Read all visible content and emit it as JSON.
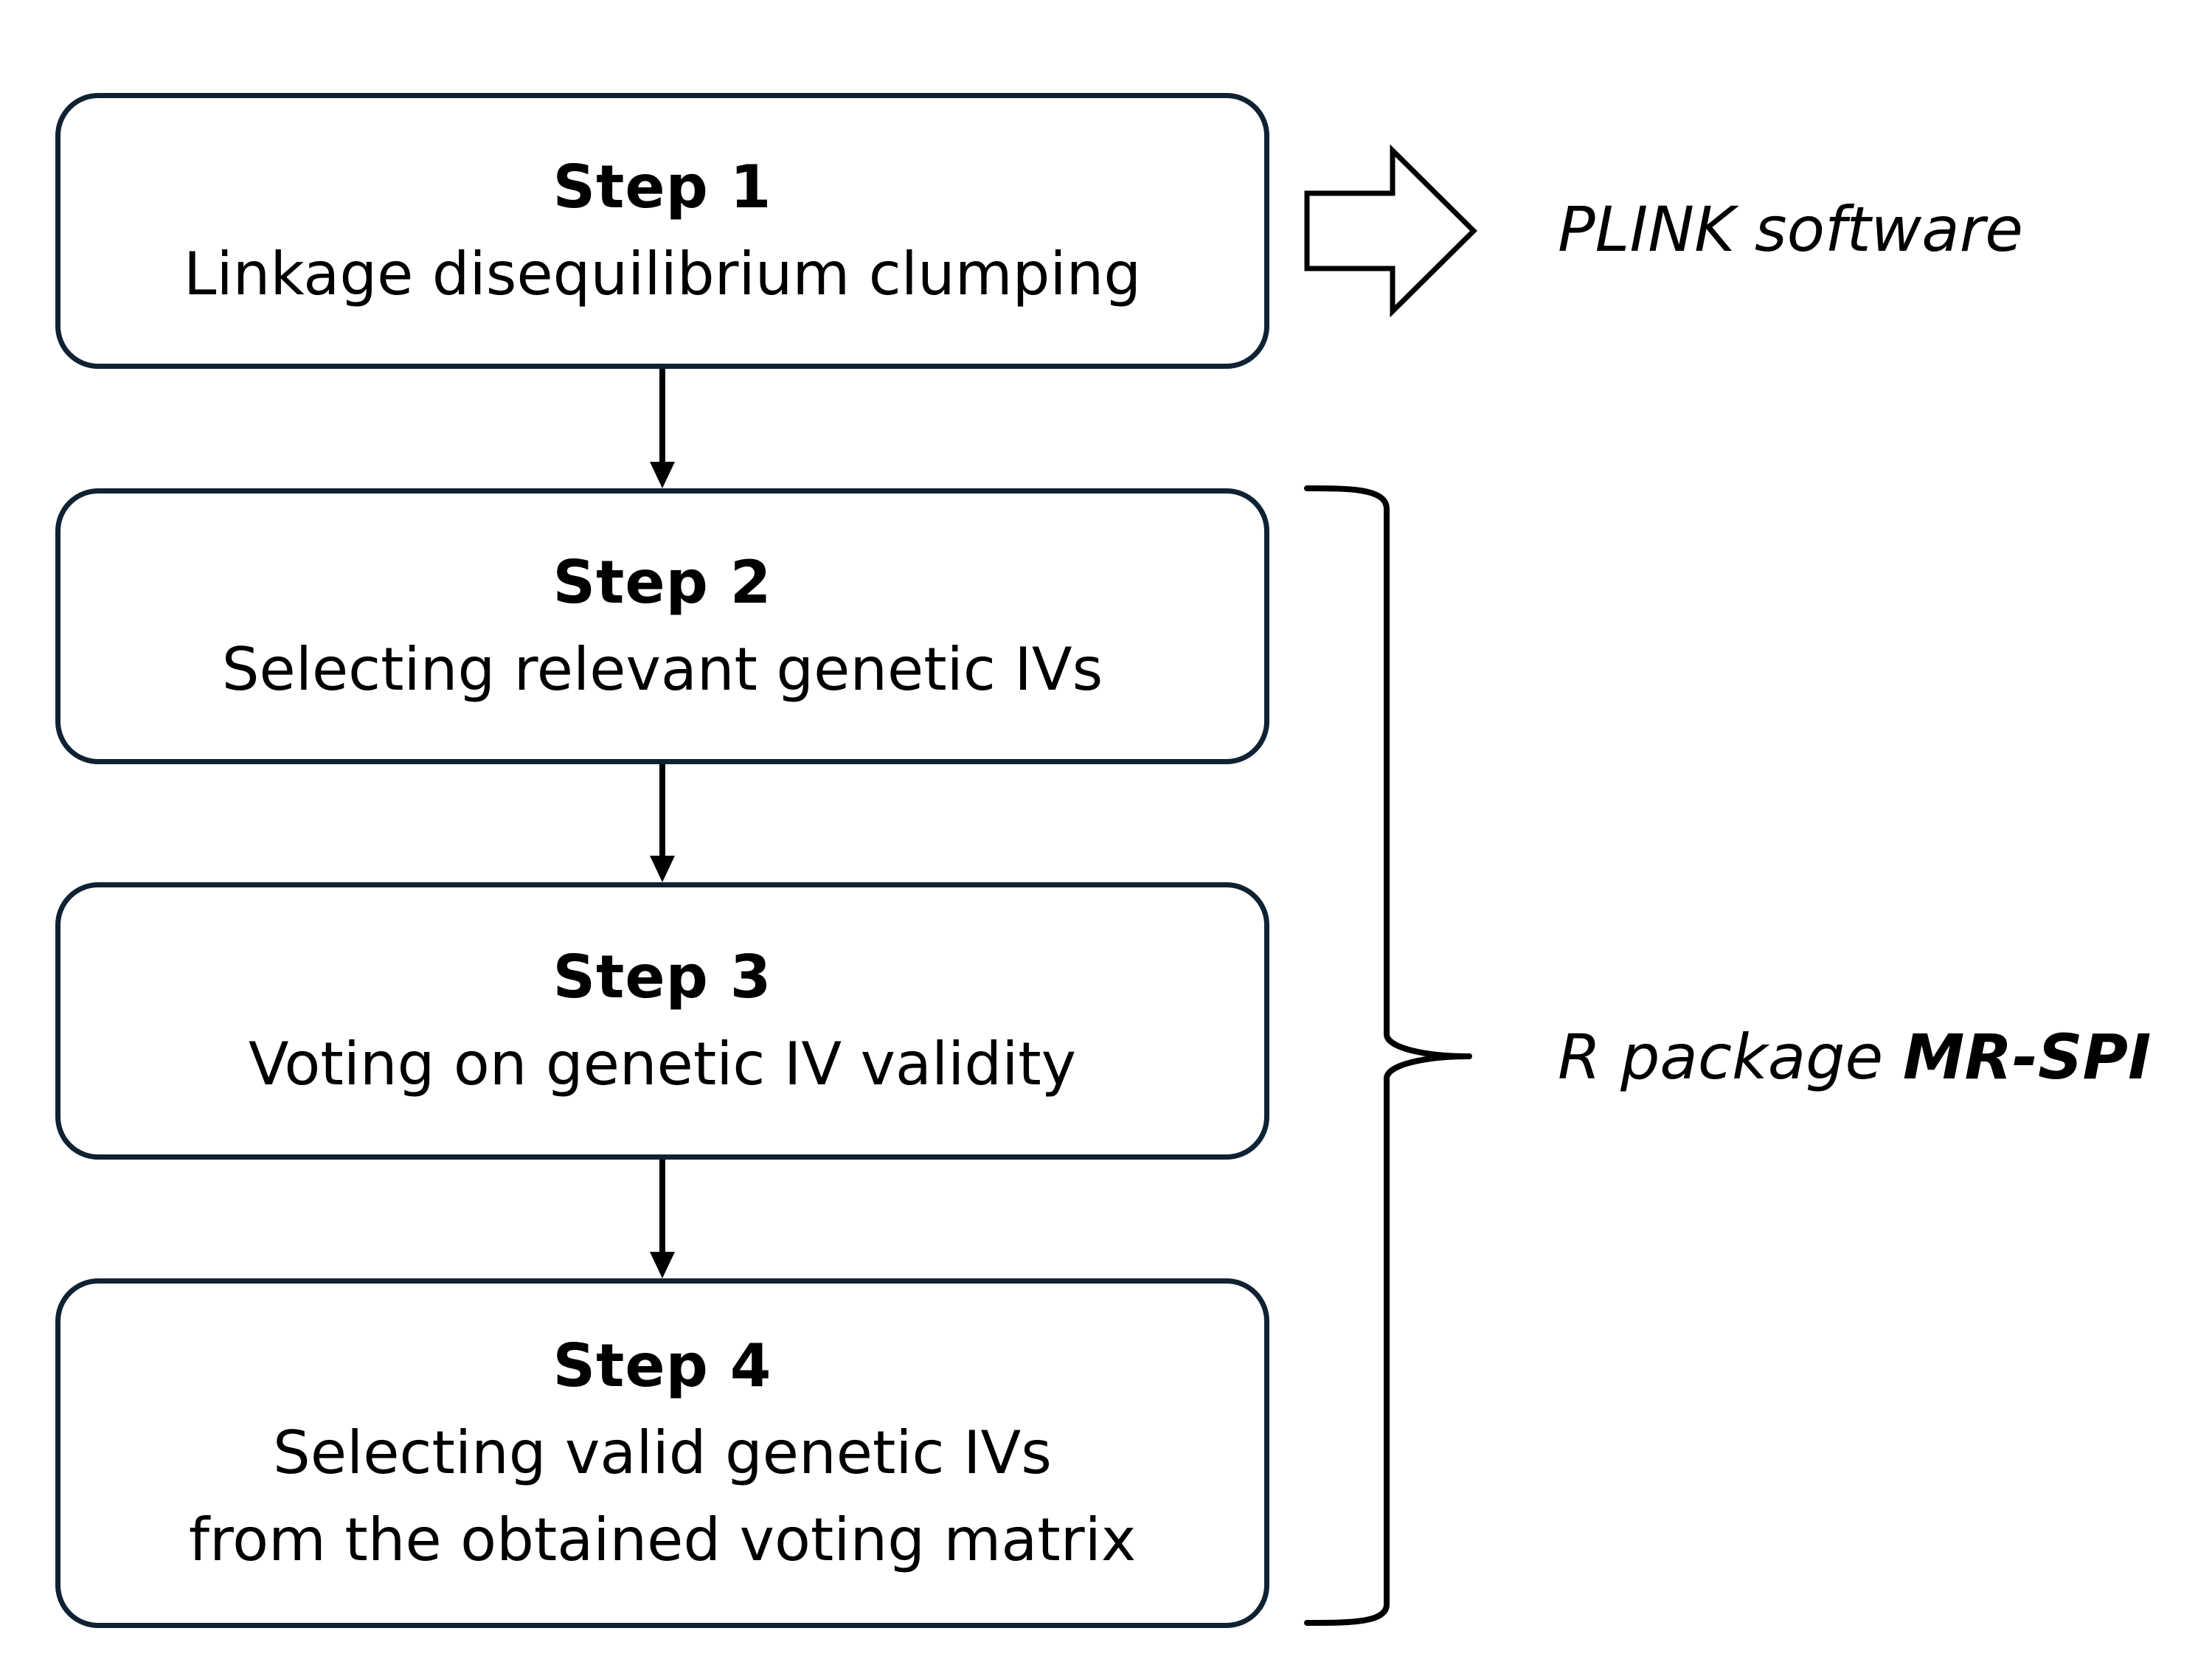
{
  "steps": [
    {
      "title": "Step 1",
      "text": "Linkage disequilibrium clumping"
    },
    {
      "title": "Step 2",
      "text": "Selecting relevant genetic IVs"
    },
    {
      "title": "Step 3",
      "text": "Voting on genetic IV validity"
    },
    {
      "title": "Step 4",
      "text": "Selecting valid genetic IVs\nfrom the obtained voting matrix"
    }
  ],
  "annotations": {
    "plink": "PLINK software",
    "r_package_prefix": "R package ",
    "r_package_name": "MR-SPI"
  },
  "colors": {
    "box_border": "#0f2233",
    "arrow": "#000000",
    "text": "#000000"
  }
}
